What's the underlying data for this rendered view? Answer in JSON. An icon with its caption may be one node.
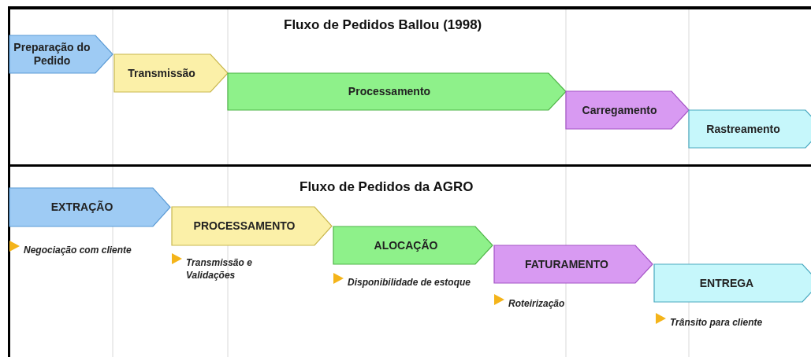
{
  "diagram": {
    "nodes": [
      {
        "text": [
          "Fluxo de Pedidos Ballou (1998)"
        ]
      },
      {
        "text": [
          "Preparação do Pedido"
        ],
        "in": 0
      },
      {
        "text": [
          "Transmissão"
        ],
        "in": 0
      },
      {
        "text": [
          "Processamento"
        ],
        "in": 0
      },
      {
        "text": [
          "Carregamento"
        ],
        "in": 0
      },
      {
        "text": [
          "Rastreamento"
        ],
        "in": 0
      },
      {
        "text": [
          "Fluxo de Pedidos da AGRO"
        ]
      },
      {
        "text": [
          "EXTRAÇÃO"
        ],
        "in": 6,
        "beside": [
          "Negociação com cliente"
        ]
      },
      {
        "text": [
          "PROCESSAMENTO"
        ],
        "in": 6,
        "beside": [
          "Transmissão e Validações"
        ]
      },
      {
        "text": [
          "ALOCAÇÃO"
        ],
        "in": 6,
        "beside": [
          "Disponibilidade de estoque"
        ]
      },
      {
        "text": [
          "FATURAMENTO"
        ],
        "in": 6,
        "beside": [
          "Roteirização"
        ]
      },
      {
        "text": [
          "ENTREGA"
        ],
        "in": 6,
        "beside": [
          "Trânsito para cliente"
        ]
      }
    ],
    "edges": []
  }
}
